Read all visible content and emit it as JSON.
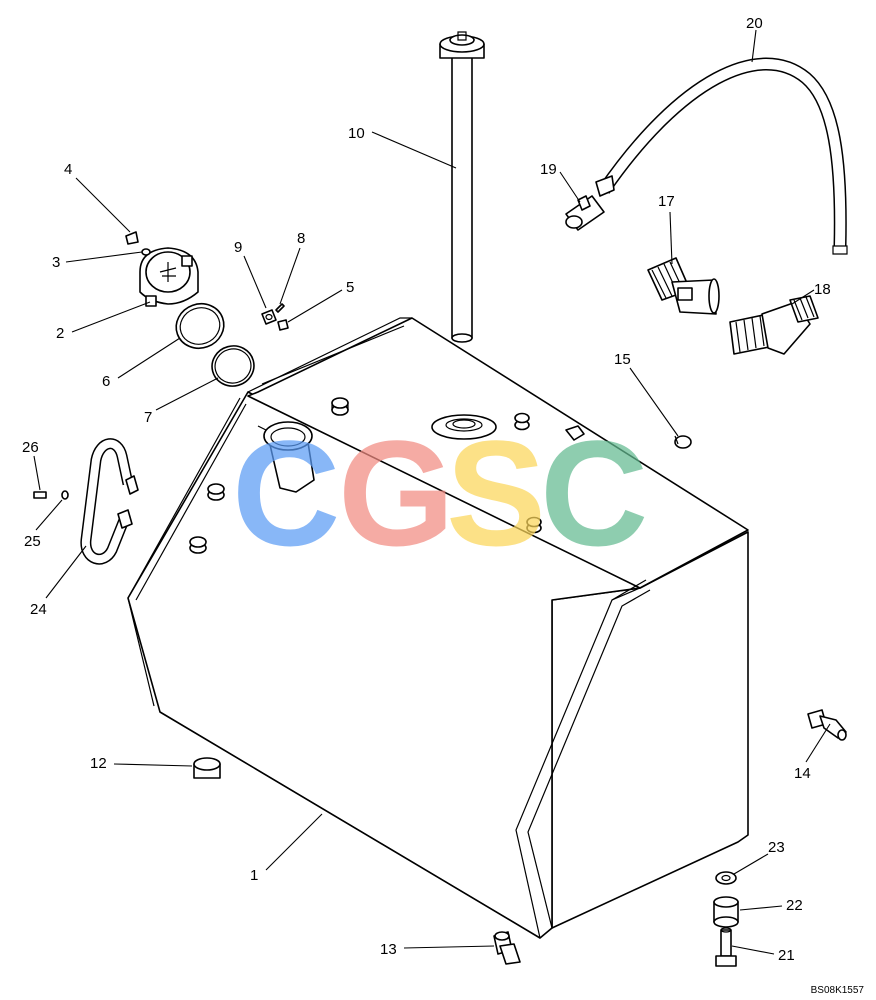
{
  "diagram": {
    "reference_code": "BS08K1557",
    "watermark": {
      "letters": [
        "C",
        "G",
        "S",
        "C"
      ],
      "colors": [
        "#5b9cf5",
        "#f28b82",
        "#fbd65a",
        "#63bb91"
      ]
    },
    "callouts": [
      "1",
      "2",
      "3",
      "4",
      "5",
      "6",
      "7",
      "8",
      "9",
      "10",
      "12",
      "13",
      "14",
      "15",
      "17",
      "18",
      "19",
      "20",
      "21",
      "22",
      "23",
      "24",
      "25",
      "26"
    ]
  }
}
